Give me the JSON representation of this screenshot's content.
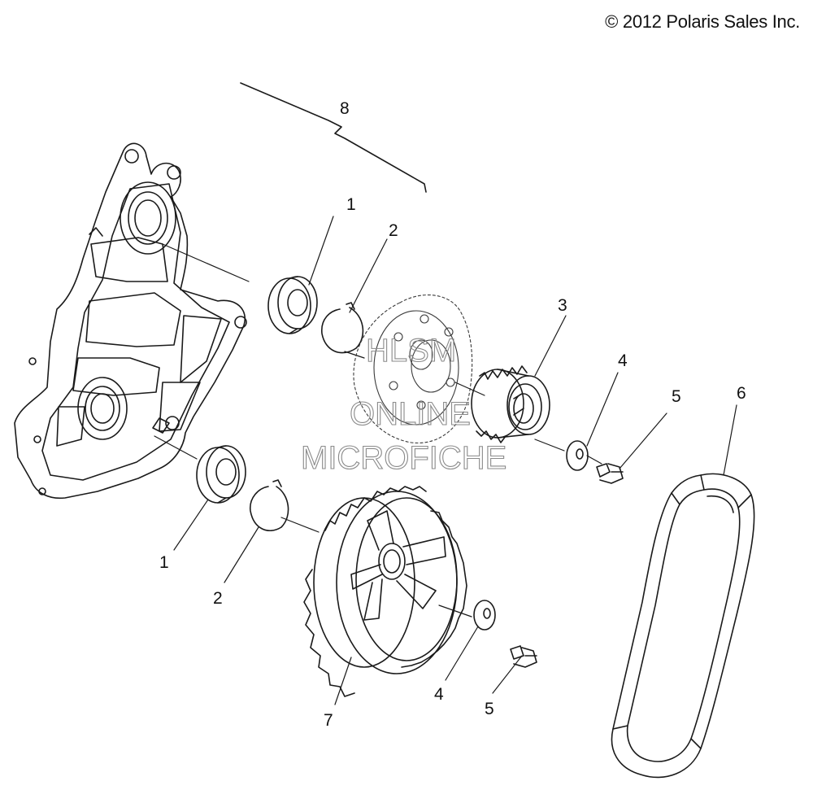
{
  "copyright": "© 2012 Polaris Sales Inc.",
  "watermark": [
    "HLSM",
    "ONLINE",
    "MICROFICHE"
  ],
  "callouts": {
    "group": "8",
    "bearing_upper": "1",
    "bearing_lower": "1",
    "ring_upper": "2",
    "ring_lower": "2",
    "small_sprocket": "3",
    "washer_upper": "4",
    "washer_lower": "4",
    "bolt_upper": "5",
    "bolt_lower": "5",
    "belt": "6",
    "large_sprocket": "7"
  }
}
